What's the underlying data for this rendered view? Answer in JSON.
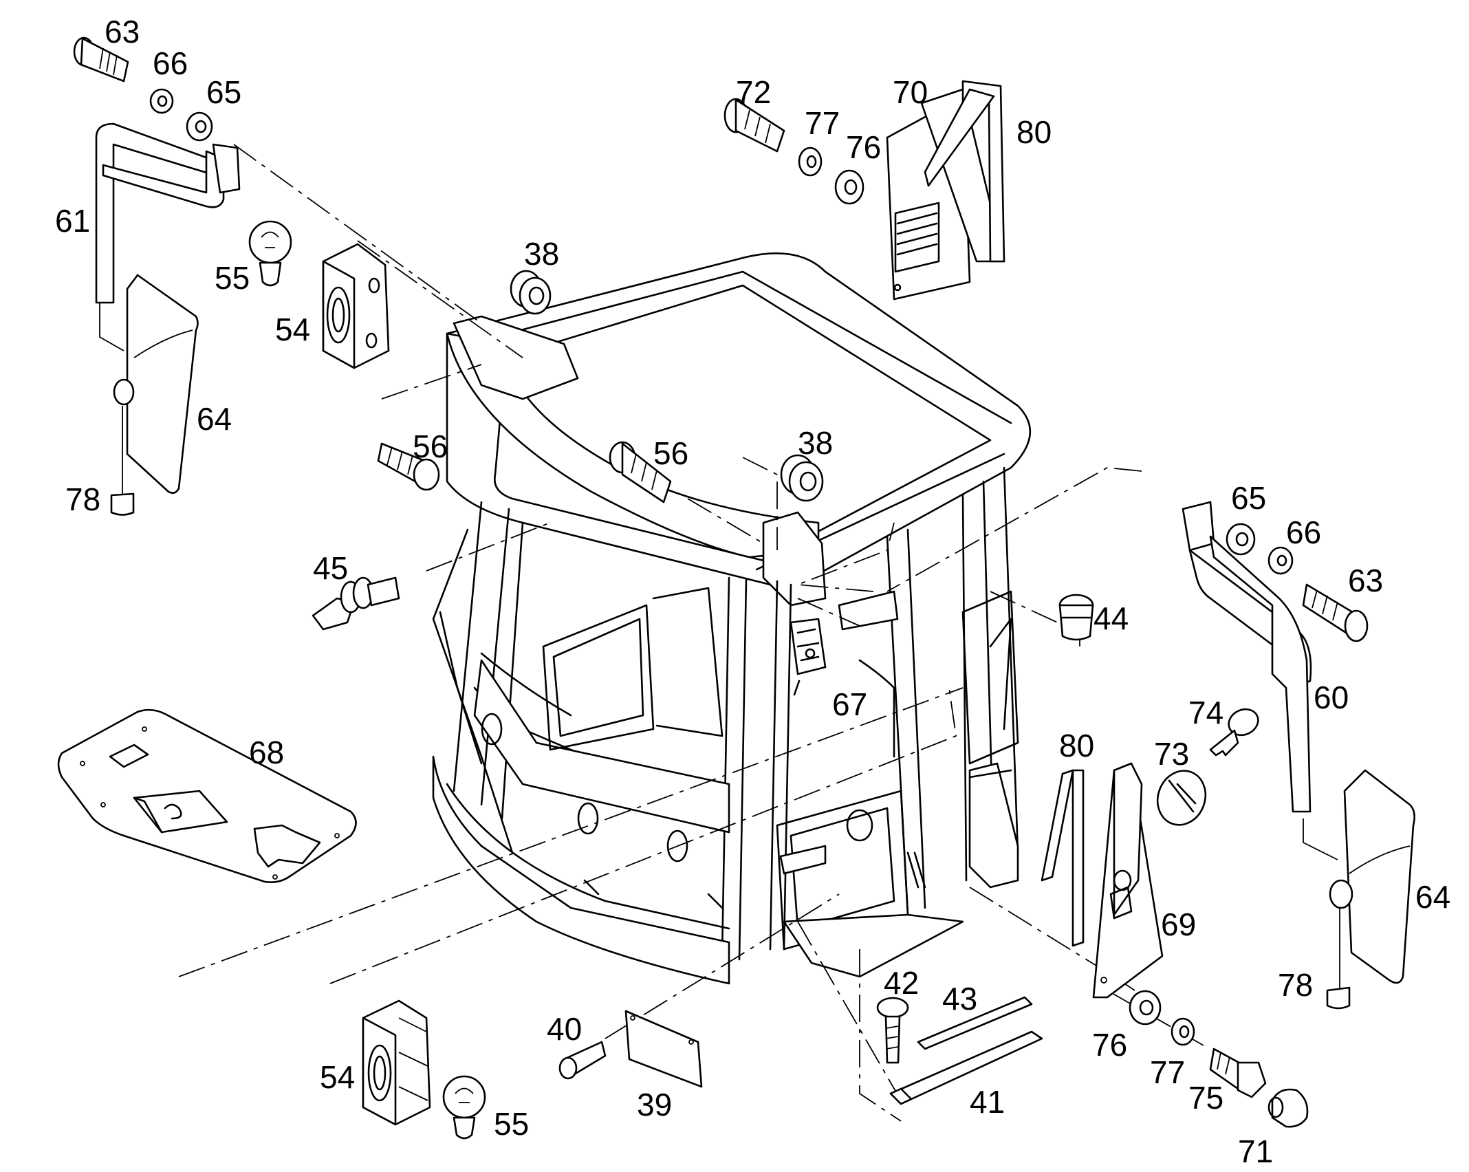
{
  "labels": {
    "l63a": "63",
    "l66a": "66",
    "l65a": "65",
    "l61": "61",
    "l55a": "55",
    "l54a": "54",
    "l64a": "64",
    "l78a": "78",
    "l56a": "56",
    "l38a": "38",
    "l72": "72",
    "l77a": "77",
    "l76a": "76",
    "l70": "70",
    "l80a": "80",
    "l56b": "56",
    "l38b": "38",
    "l45": "45",
    "l65b": "65",
    "l66b": "66",
    "l63b": "63",
    "l44": "44",
    "l60": "60",
    "l67": "67",
    "l68": "68",
    "l74": "74",
    "l80b": "80",
    "l73": "73",
    "l69": "69",
    "l64b": "64",
    "l78b": "78",
    "l42": "42",
    "l43": "43",
    "l40": "40",
    "l39": "39",
    "l41": "41",
    "l54b": "54",
    "l55b": "55",
    "l76b": "76",
    "l77b": "77",
    "l75": "75",
    "l71": "71"
  },
  "icons": [
    "bolt-icon",
    "washer-icon",
    "mirror-icon",
    "bulb-icon",
    "lamp-icon",
    "grommet-icon",
    "cab-frame-icon",
    "plate-icon",
    "key-icon",
    "knob-icon"
  ]
}
